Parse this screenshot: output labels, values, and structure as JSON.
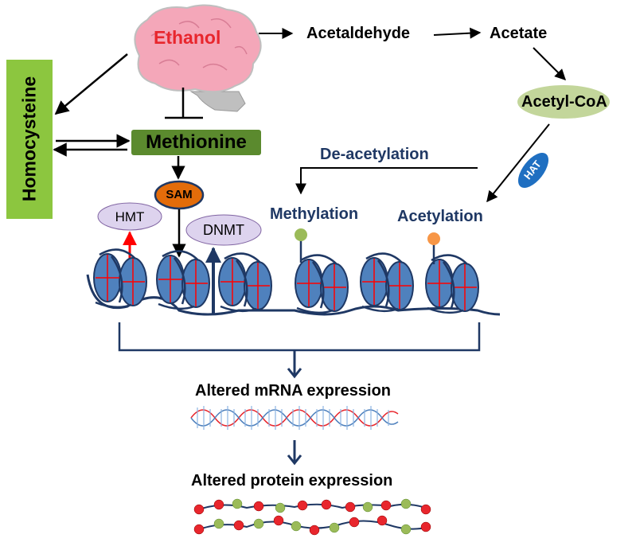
{
  "colors": {
    "ethanol_text": "#e8262d",
    "brain_fill": "#f4a7b9",
    "homocysteine_fill": "#8cc63f",
    "methionine_fill": "#5b8a2e",
    "sam_fill": "#e36c0a",
    "acetyl_fill": "#c3d69b",
    "hat_fill": "#1f6fc1",
    "enzyme_fill": "#ddd3ee",
    "navy_text": "#1f3864",
    "nucleosome_fill": "#4f81bd",
    "mark_red": "#ff0000",
    "methyl_mark": "#9bbb59",
    "acetyl_mark": "#f79646"
  },
  "labels": {
    "ethanol": "Ethanol",
    "acetaldehyde": "Acetaldehyde",
    "acetate": "Acetate",
    "acetyl_coa": "Acetyl-CoA",
    "hat": "HAT",
    "homocysteine": "Homocysteine",
    "methionine": "Methionine",
    "sam": "SAM",
    "hmt": "HMT",
    "dnmt": "DNMT",
    "de_acetylation": "De-acetylation",
    "methylation": "Methylation",
    "acetylation": "Acetylation",
    "altered_mrna": "Altered mRNA expression",
    "altered_protein": "Altered protein expression"
  },
  "icons": {
    "brain": "brain-icon",
    "chromatin": "chromatin-icon",
    "mrna": "mrna-double-helix-icon",
    "protein": "protein-chain-icon"
  }
}
